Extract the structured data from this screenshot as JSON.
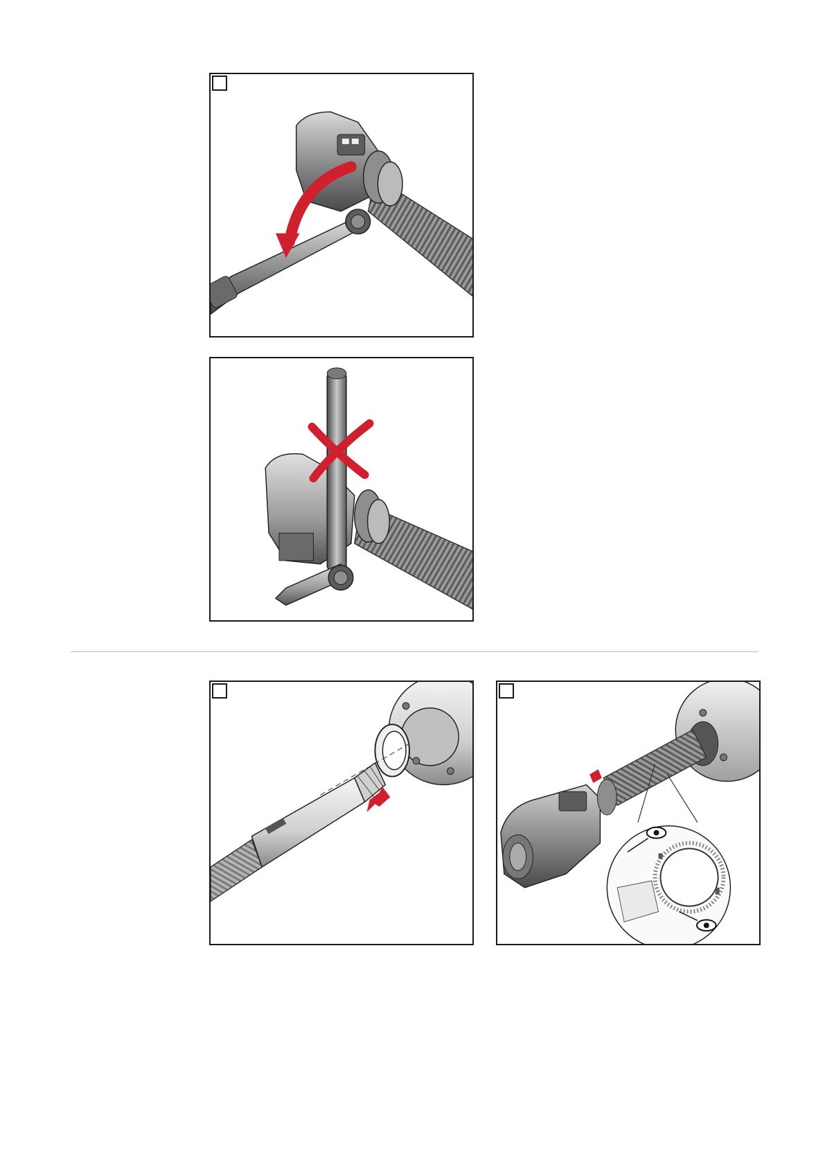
{
  "figures": [
    {
      "id": "fig1",
      "icon": "wrench-tighten-illustration"
    },
    {
      "id": "fig2",
      "icon": "wrench-wrong-position-illustration"
    },
    {
      "id": "fig3",
      "icon": "insert-torch-hose-illustration"
    },
    {
      "id": "fig4",
      "icon": "check-locking-ring-illustration"
    }
  ],
  "colors": {
    "border": "#1a1a1a",
    "divider": "#bdbdbd",
    "accent_red": "#d0202e",
    "metal_dark": "#5c5c5c",
    "metal_mid": "#8e8e8e",
    "metal_light": "#d8d8d8"
  }
}
